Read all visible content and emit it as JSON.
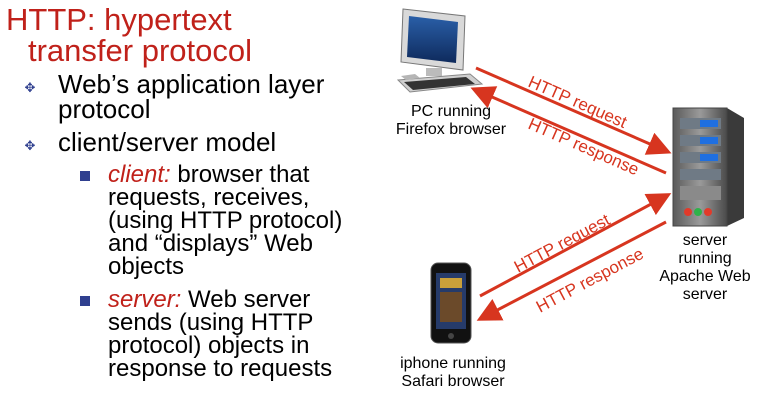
{
  "title": {
    "line1": "HTTP: hypertext",
    "line2": "transfer protocol"
  },
  "bullets": [
    {
      "text_line1": "Web’s application layer",
      "text_line2": "protocol"
    },
    {
      "text": "client/server model"
    }
  ],
  "sub_bullets": [
    {
      "lead": "client:",
      "lines": [
        "browser that",
        "requests, receives,",
        "(using HTTP protocol)",
        "and “displays” Web",
        "objects"
      ]
    },
    {
      "lead": "server:",
      "lines": [
        "Web server",
        "sends (using HTTP",
        "protocol) objects in",
        "response to requests"
      ]
    }
  ],
  "labels": {
    "pc": [
      "PC running",
      "Firefox browser"
    ],
    "server": [
      "server",
      "running",
      "Apache Web",
      "server"
    ],
    "iphone": [
      "iphone running",
      "Safari browser"
    ]
  },
  "arrows": {
    "pc_request": "HTTP request",
    "pc_response": "HTTP response",
    "iphone_request": "HTTP request",
    "iphone_response": "HTTP response"
  },
  "colors": {
    "accent": "#c0211a",
    "bullet": "#2f3f8f",
    "arrow": "#d7351f"
  },
  "icons": {
    "bullet1": "diamond-bullet-icon",
    "bullet2": "square-bullet-icon"
  }
}
